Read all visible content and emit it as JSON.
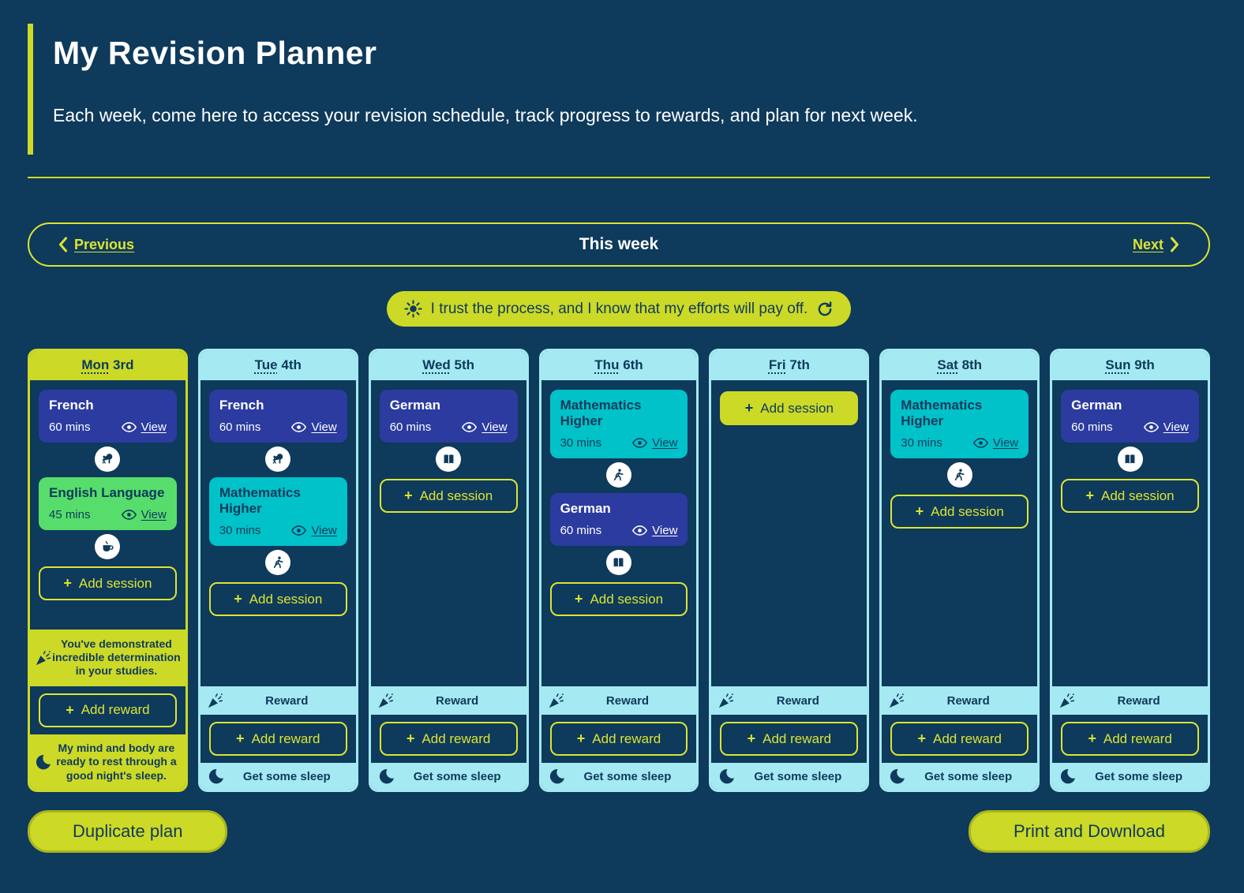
{
  "header": {
    "title": "My Revision Planner",
    "subtitle": "Each week, come here to access your revision schedule, track progress to rewards, and plan for next week."
  },
  "week_nav": {
    "previous": "Previous",
    "title": "This week",
    "next": "Next"
  },
  "quote": {
    "text": "I trust the process, and I know that my efforts will pay off."
  },
  "labels": {
    "add_session": "Add session",
    "add_reward": "Add reward",
    "reward": "Reward",
    "sleep": "Get some sleep",
    "view": "View"
  },
  "icons": {
    "plus": "+"
  },
  "colors": {
    "navy": "#0e3a5c",
    "cyan": "#a5e9f2",
    "yellow": "#ccd926",
    "yellow_bright": "#dce432",
    "session_blue": "#2b3b9f",
    "session_teal": "#00c2c8",
    "session_green": "#57dd6b"
  },
  "days": [
    {
      "label": "Mon",
      "date": "3rd",
      "today": true,
      "sessions": [
        {
          "subject": "French",
          "duration": "60 mins",
          "color": "blue",
          "break_icon": "outdoors-tree-icon"
        },
        {
          "subject": "English Language",
          "duration": "45 mins",
          "color": "green",
          "break_icon": "coffee-cup-icon"
        }
      ],
      "add_session_style": "outline",
      "reward_text": "You've demonstrated incredible determination in your studies.",
      "sleep_text": "My mind and body are ready to rest through a good night's sleep."
    },
    {
      "label": "Tue",
      "date": "4th",
      "today": false,
      "sessions": [
        {
          "subject": "French",
          "duration": "60 mins",
          "color": "blue",
          "break_icon": "outdoors-tree-icon"
        },
        {
          "subject": "Mathematics Higher",
          "duration": "30 mins",
          "color": "teal",
          "break_icon": "exercise-runner-icon"
        }
      ],
      "add_session_style": "outline"
    },
    {
      "label": "Wed",
      "date": "5th",
      "today": false,
      "sessions": [
        {
          "subject": "German",
          "duration": "60 mins",
          "color": "blue",
          "break_icon": "reading-book-icon"
        }
      ],
      "add_session_style": "outline"
    },
    {
      "label": "Thu",
      "date": "6th",
      "today": false,
      "sessions": [
        {
          "subject": "Mathematics Higher",
          "duration": "30 mins",
          "color": "teal",
          "break_icon": "exercise-runner-icon"
        },
        {
          "subject": "German",
          "duration": "60 mins",
          "color": "blue",
          "break_icon": "reading-book-icon"
        }
      ],
      "add_session_style": "outline"
    },
    {
      "label": "Fri",
      "date": "7th",
      "today": false,
      "sessions": [],
      "add_session_style": "filled"
    },
    {
      "label": "Sat",
      "date": "8th",
      "today": false,
      "sessions": [
        {
          "subject": "Mathematics Higher",
          "duration": "30 mins",
          "color": "teal",
          "break_icon": "exercise-runner-icon"
        }
      ],
      "add_session_style": "outline"
    },
    {
      "label": "Sun",
      "date": "9th",
      "today": false,
      "sessions": [
        {
          "subject": "German",
          "duration": "60 mins",
          "color": "blue",
          "break_icon": "reading-book-icon"
        }
      ],
      "add_session_style": "outline"
    }
  ],
  "actions": {
    "duplicate": "Duplicate plan",
    "print": "Print and Download"
  }
}
